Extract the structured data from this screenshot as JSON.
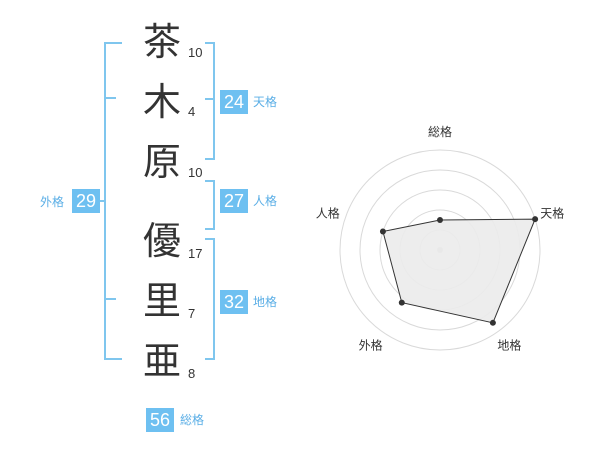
{
  "characters": [
    {
      "char": "茶",
      "strokes": "10"
    },
    {
      "char": "木",
      "strokes": "4"
    },
    {
      "char": "原",
      "strokes": "10"
    },
    {
      "char": "優",
      "strokes": "17"
    },
    {
      "char": "里",
      "strokes": "7"
    },
    {
      "char": "亜",
      "strokes": "8"
    }
  ],
  "kaku": {
    "tenkaku": {
      "value": "24",
      "label": "天格"
    },
    "jinkaku": {
      "value": "27",
      "label": "人格"
    },
    "chikaku": {
      "value": "32",
      "label": "地格"
    },
    "gaikaku": {
      "value": "29",
      "label": "外格"
    },
    "soukaku": {
      "value": "56",
      "label": "総格"
    }
  },
  "radar": {
    "axes": [
      "総格",
      "天格",
      "地格",
      "外格",
      "人格"
    ],
    "values": [
      0.3,
      1.0,
      0.9,
      0.65,
      0.6
    ],
    "fill": "#ebebeb",
    "stroke": "#333333",
    "grid": "#d9d9d9"
  },
  "colors": {
    "accent": "#6ec0f1",
    "bracket": "#7fc6ee"
  }
}
